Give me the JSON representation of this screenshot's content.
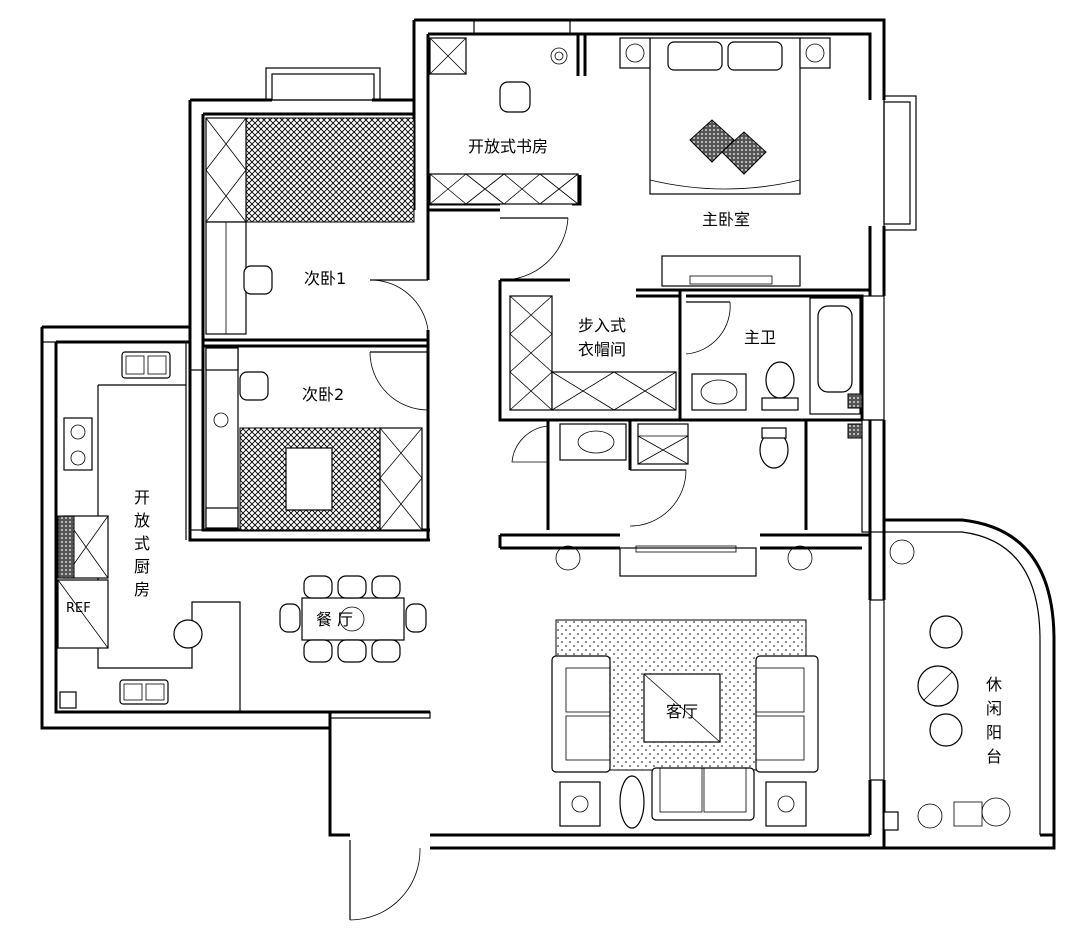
{
  "rooms": {
    "study": "开放式书房",
    "master_bedroom": "主卧室",
    "second_bedroom_1": "次卧1",
    "second_bedroom_2": "次卧2",
    "walk_in_closet_line1": "步入式",
    "walk_in_closet_line2": "衣帽间",
    "master_bath": "主卫",
    "open_kitchen": [
      "开",
      "放",
      "式",
      "厨",
      "房"
    ],
    "dining": "餐  厅",
    "living": "客厅",
    "balcony": [
      "休",
      "闲",
      "阳",
      "台"
    ]
  },
  "fixtures": {
    "fridge": "REF"
  }
}
